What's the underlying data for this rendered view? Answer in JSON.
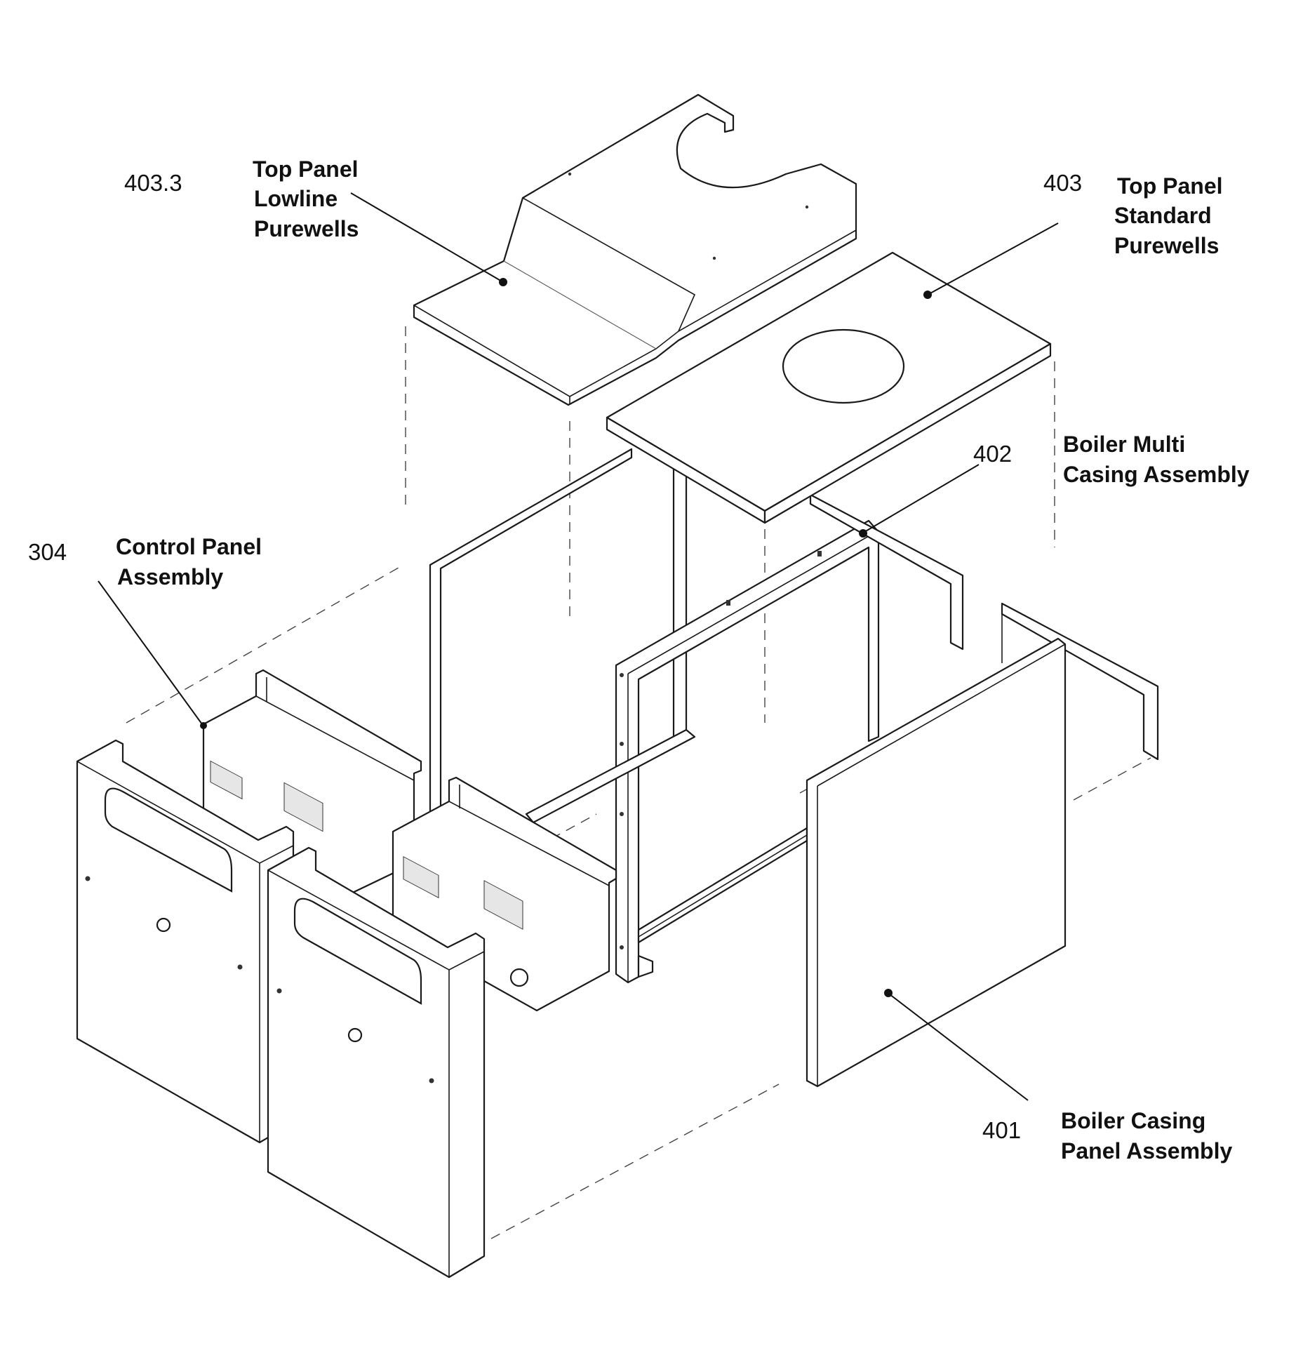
{
  "callouts": [
    {
      "number": "403.3",
      "name": "Top Panel Lowline Purewells",
      "lines": [
        "Top Panel",
        "Lowline",
        "Purewells"
      ]
    },
    {
      "number": "403",
      "name": "Top Panel Standard Purewells",
      "lines": [
        "Top Panel",
        "Standard",
        "Purewells"
      ]
    },
    {
      "number": "402",
      "name": "Boiler Multi Casing Assembly",
      "lines": [
        "Boiler Multi",
        "Casing Assembly"
      ]
    },
    {
      "number": "304",
      "name": "Control Panel Assembly",
      "lines": [
        "Control Panel",
        "Assembly"
      ]
    },
    {
      "number": "401",
      "name": "Boiler Casing Panel Assembly",
      "lines": [
        "Boiler Casing",
        "Panel Assembly"
      ]
    }
  ],
  "colors": {
    "line": "#1a1a1a",
    "background": "#ffffff"
  }
}
